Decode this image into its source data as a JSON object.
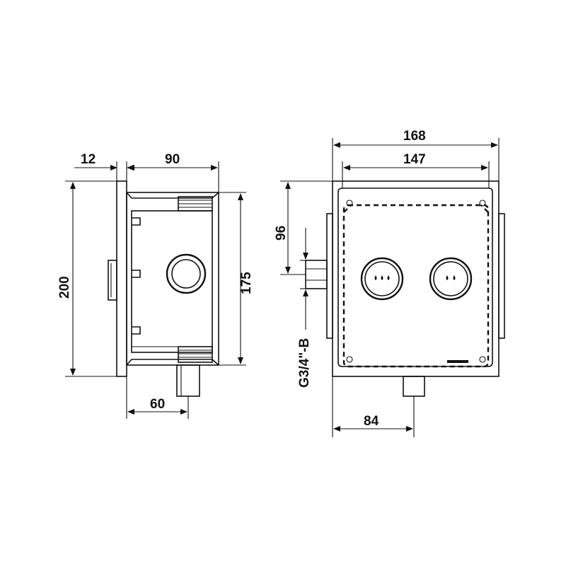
{
  "side_view": {
    "dims": {
      "wall": "12",
      "depth": "90",
      "height": "200",
      "inner_height": "175",
      "outlet_offset": "60"
    }
  },
  "front_view": {
    "dims": {
      "width": "168",
      "inner_width": "147",
      "inlet_height": "96",
      "thread": "G3/4\"-B",
      "outlet_offset": "84"
    }
  }
}
